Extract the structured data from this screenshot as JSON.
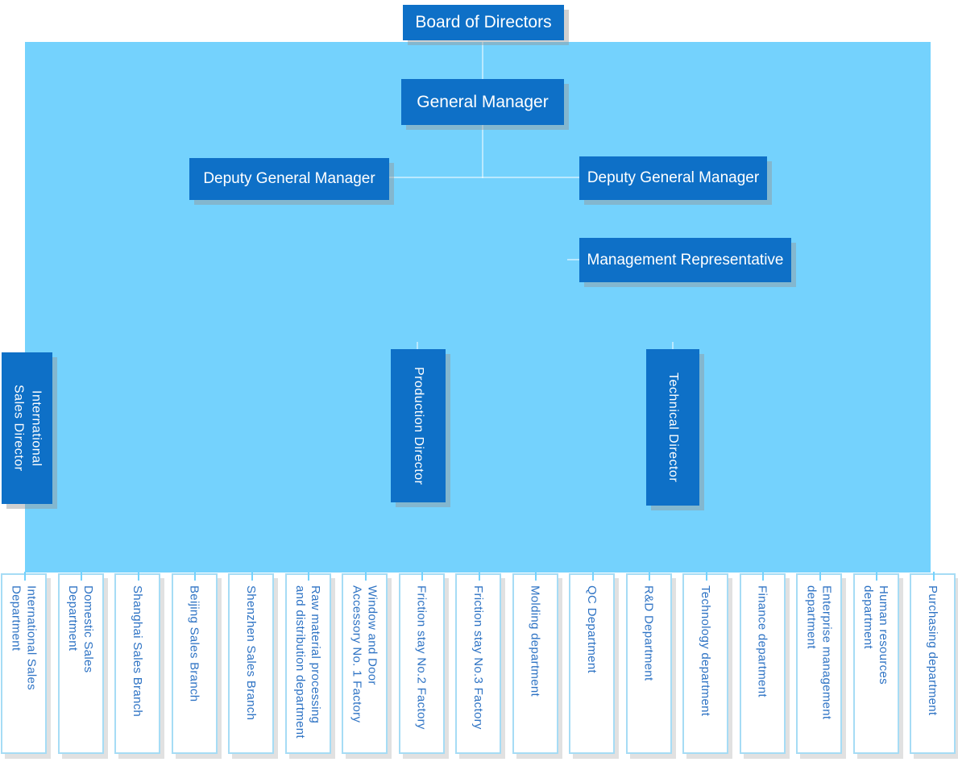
{
  "diagram": {
    "type": "org-chart",
    "colors": {
      "node_fill": "#0e70c7",
      "node_text": "#ffffff",
      "background_field": "#74d2fd",
      "department_border": "#a6dcf5",
      "department_text": "#2e73c4",
      "page_background": "#ffffff",
      "shadow": "#c9c9c9"
    },
    "nodes": {
      "board": {
        "label": "Board of Directors"
      },
      "general_manager": {
        "label": "General Manager"
      },
      "deputy_general_manager_left": {
        "label": "Deputy General Manager"
      },
      "deputy_general_manager_right": {
        "label": "Deputy General Manager"
      },
      "management_representative": {
        "label": "Management Representative"
      },
      "international_sales_director": {
        "label": "International\nSales Director"
      },
      "production_director": {
        "label": "Production Director"
      },
      "technical_director": {
        "label": "Technical Director"
      }
    },
    "departments": [
      {
        "label": "International Sales\nDepartment"
      },
      {
        "label": "Domestic Sales\nDepartment"
      },
      {
        "label": "Shanghai Sales Branch"
      },
      {
        "label": "Beijing Sales Branch"
      },
      {
        "label": "Shenzhen Sales Branch"
      },
      {
        "label": "Raw material processing\nand distribution department"
      },
      {
        "label": "Window and Door\nAccessory No. 1 Factory"
      },
      {
        "label": "Friction stay No.2 Factory"
      },
      {
        "label": "Friction stay No.3 Factory"
      },
      {
        "label": "Molding department"
      },
      {
        "label": "QC Department"
      },
      {
        "label": "R&D Department"
      },
      {
        "label": "Technology department"
      },
      {
        "label": "Finance department"
      },
      {
        "label": "Enterprise management\ndepartment"
      },
      {
        "label": "Human resources\ndepartment"
      },
      {
        "label": "Purchasing department"
      }
    ]
  }
}
